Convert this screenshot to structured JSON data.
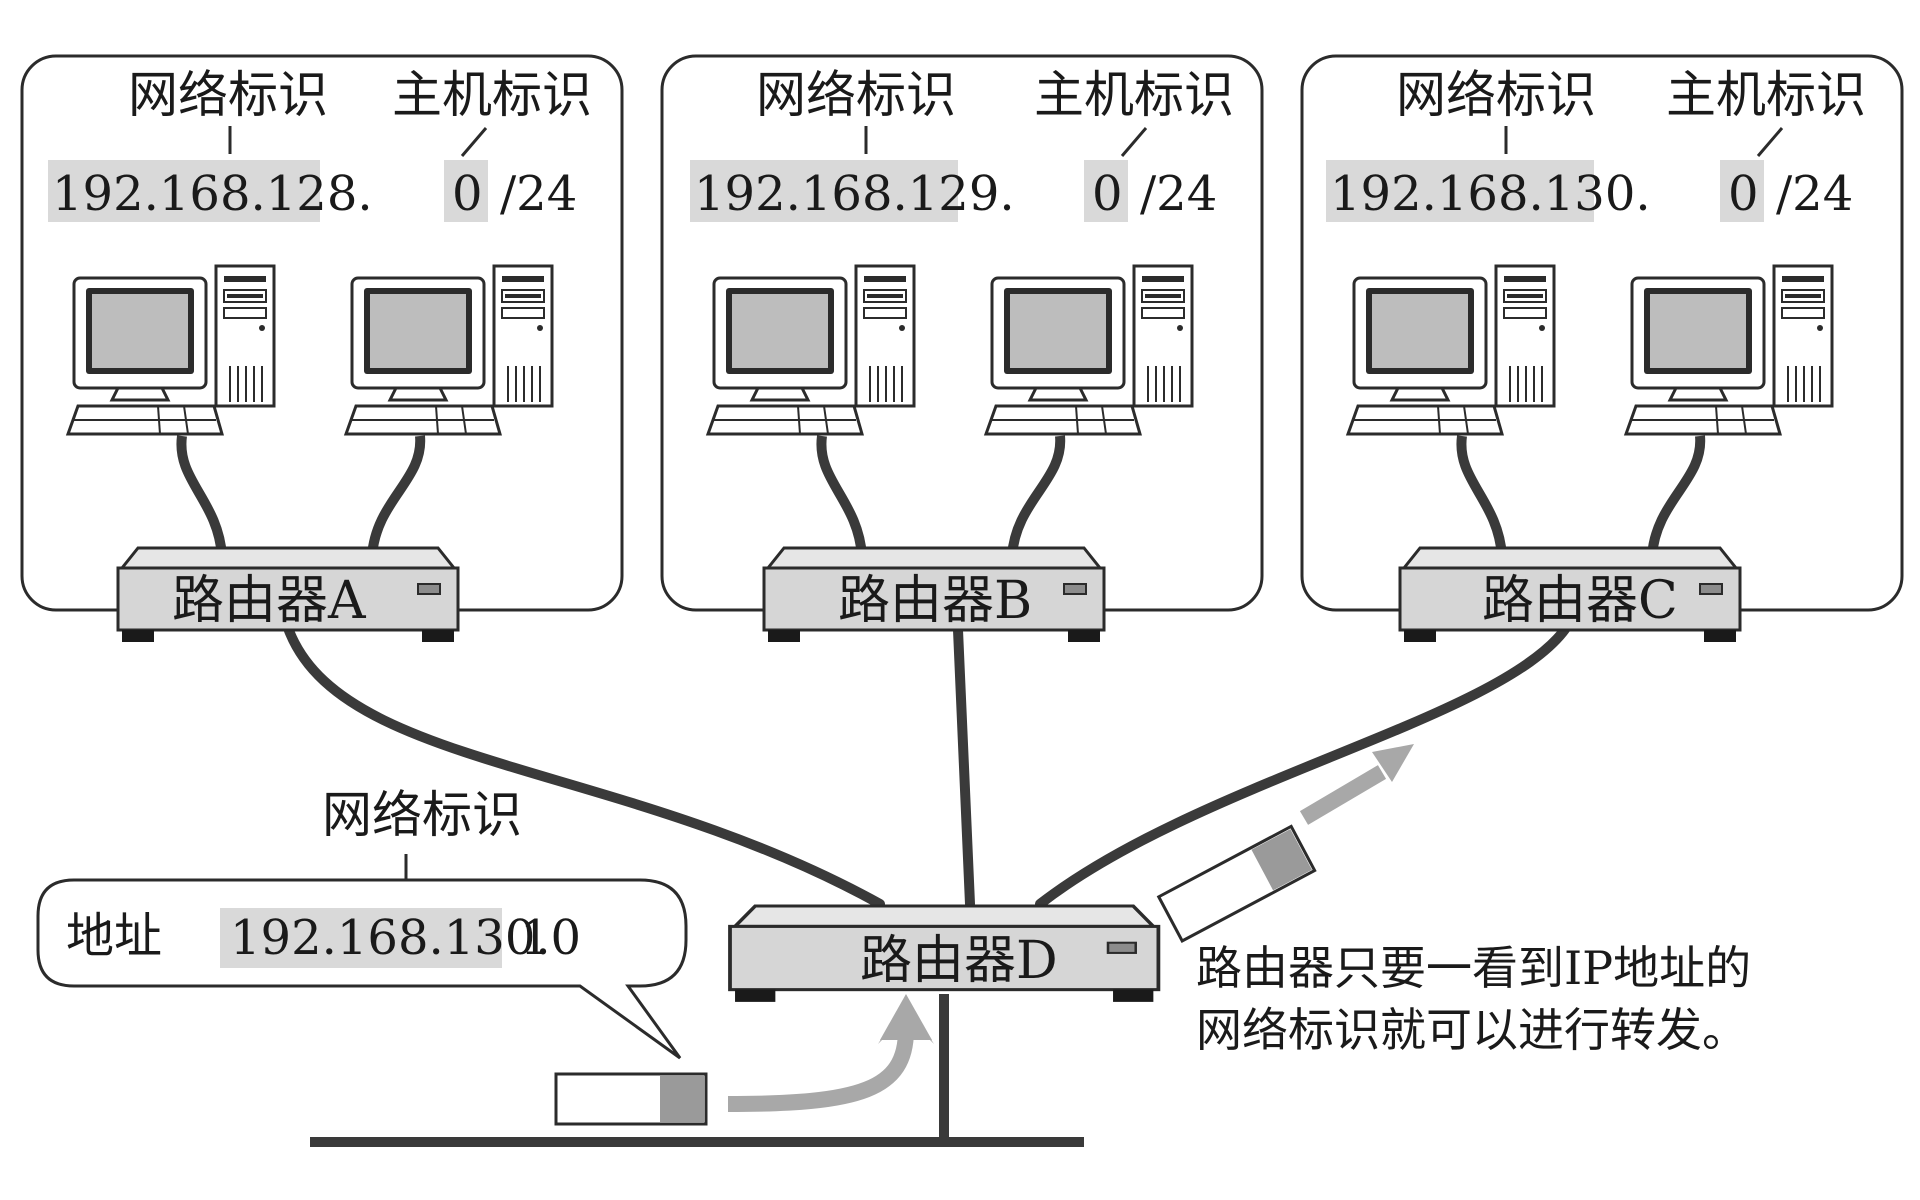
{
  "colors": {
    "line": "#2b2b2b",
    "highlight": "#d9d9d9",
    "router_fill": "#d6d6d6",
    "arrow_gray": "#a8a8a8",
    "packet_head": "#9a9a9a",
    "screen": "#bdbdbd"
  },
  "networks": [
    {
      "net_label": "网络标识",
      "host_label": "主机标识",
      "net_id": "192.168.128.",
      "host_id": "0",
      "prefix": "/24",
      "router": "路由器A"
    },
    {
      "net_label": "网络标识",
      "host_label": "主机标识",
      "net_id": "192.168.129.",
      "host_id": "0",
      "prefix": "/24",
      "router": "路由器B"
    },
    {
      "net_label": "网络标识",
      "host_label": "主机标识",
      "net_id": "192.168.130.",
      "host_id": "0",
      "prefix": "/24",
      "router": "路由器C"
    }
  ],
  "router_d": {
    "name": "路由器D"
  },
  "packet_bubble": {
    "net_label": "网络标识",
    "addr_label": "地址",
    "net_id": "192.168.130.",
    "host_id": "10"
  },
  "note": {
    "line1": "路由器只要一看到IP地址的",
    "line2": "网络标识就可以进行转发。"
  },
  "icons": [
    "desktop-computer-icon",
    "router-icon",
    "packet-icon",
    "arrow-icon"
  ]
}
